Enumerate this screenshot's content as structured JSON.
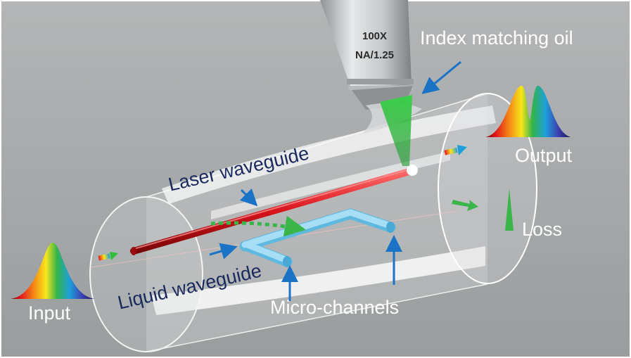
{
  "labels": {
    "index_matching_oil": "Index matching oil",
    "output": "Output",
    "loss": "Loss",
    "laser_waveguide": "Laser waveguide",
    "liquid_waveguide": "Liquid waveguide",
    "micro_channels": "Micro-channels",
    "input": "Input"
  },
  "objective": {
    "magnification": "100X",
    "numerical_aperture": "NA/1.25"
  },
  "colors": {
    "background": "#a6a9aa",
    "laser_waveguide": "#d8141b",
    "micro_channels": "#8fd3ef",
    "green_light": "#2fbf3b",
    "arrows": "#1a73c7",
    "label_dark": "#1b2a5e"
  }
}
